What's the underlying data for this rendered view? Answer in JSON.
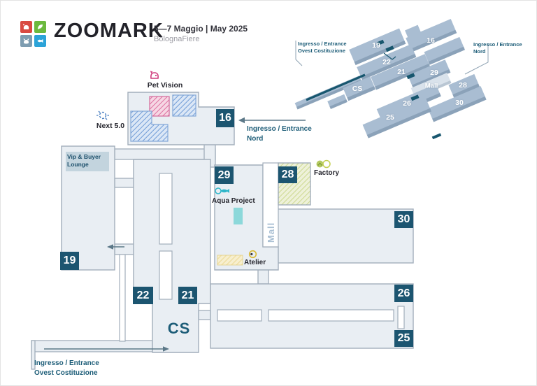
{
  "header": {
    "brand": "ZOOMARK",
    "dates": "5—7 Maggio | May 2025",
    "venue": "BolognaFiere",
    "logo_icons": [
      "dog-icon",
      "bird-icon",
      "cat-icon",
      "fish-icon"
    ]
  },
  "plan": {
    "badges": {
      "h16": "16",
      "h19": "19",
      "h21": "21",
      "h22": "22",
      "h25": "25",
      "h26": "26",
      "h28": "28",
      "h29": "29",
      "h30": "30"
    },
    "cs": "CS",
    "mall": "Mall",
    "labels": {
      "pet_vision": "Pet Vision",
      "next50": "Next 5.0",
      "vip_lounge": "Vip & Buyer Lounge",
      "aqua_project": "Aqua Project",
      "atelier": "Atelier",
      "factory": "Factory"
    },
    "entrance_nord": {
      "line1": "Ingresso / Entrance",
      "line2": "Nord"
    },
    "entrance_ovest": {
      "line1": "Ingresso / Entrance",
      "line2": "Ovest Costituzione"
    }
  },
  "minimap": {
    "halls": [
      "19",
      "16",
      "22",
      "21",
      "29",
      "Mall",
      "28",
      "CS",
      "26",
      "30",
      "25"
    ],
    "entrance_left": {
      "line1": "Ingresso / Entrance",
      "line2": "Ovest Costituzione"
    },
    "entrance_right": {
      "line1": "Ingresso / Entrance",
      "line2": "Nord"
    }
  },
  "colors": {
    "accent_teal": "#1c5570",
    "entrance_text": "#1d5d78",
    "hall_fill": "#e9eef3",
    "hall_stroke": "#a2aebb",
    "pink_area": "#dd6f9f",
    "blue_area": "#6f9bd6",
    "green_area": "#ccd88f",
    "yellow_area": "#eddc9b",
    "aqua": "#8cd8da",
    "minimap_block": "#a9bdd2",
    "logo_red": "#d94a42",
    "logo_green": "#6cb93e",
    "logo_slate": "#7e9db1",
    "logo_blue": "#2ca3d8"
  }
}
